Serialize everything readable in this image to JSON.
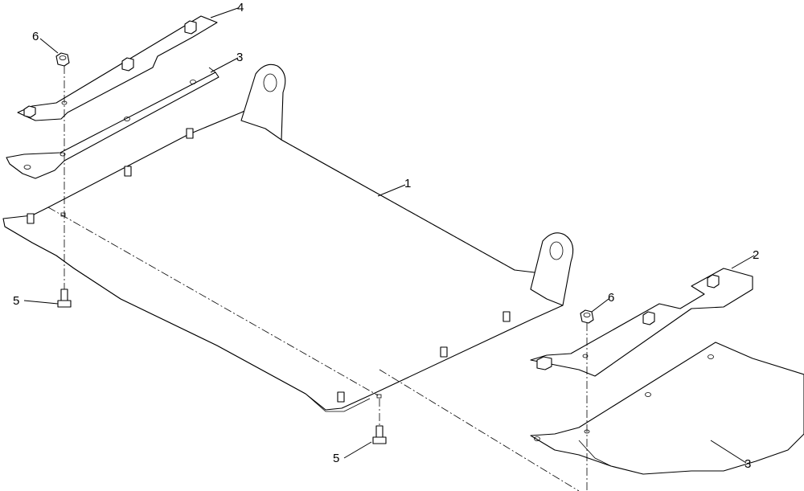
{
  "callouts": {
    "c1": "1",
    "c2": "2",
    "c3_top": "3",
    "c3_right": "3",
    "c4": "4",
    "c5_left": "5",
    "c5_bottom": "5",
    "c6_left": "6",
    "c6_right": "6"
  }
}
